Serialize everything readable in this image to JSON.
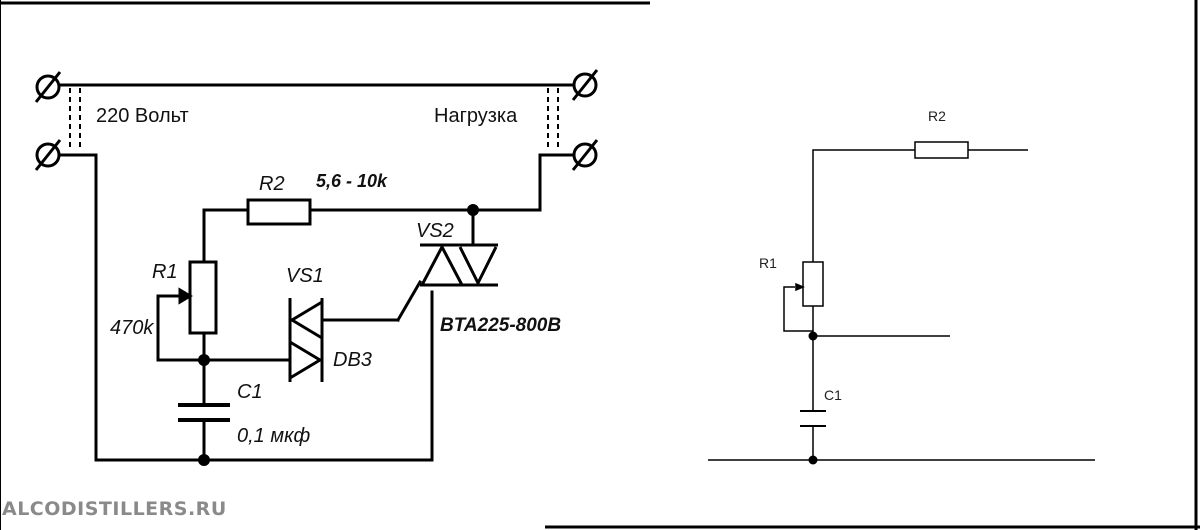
{
  "left_schematic": {
    "supply_label": "220 Вольт",
    "load_label": "Нагрузка",
    "r2": {
      "ref": "R2",
      "value": "5,6 - 10k"
    },
    "r1": {
      "ref": "R1",
      "value": "470k"
    },
    "vs1": {
      "ref": "VS1",
      "part": "DB3"
    },
    "vs2": {
      "ref": "VS2",
      "part": "BTA225-800B"
    },
    "c1": {
      "ref": "C1",
      "value": "0,1 мкф"
    },
    "terminal_symbol": "Ø"
  },
  "right_schematic": {
    "r2": {
      "ref": "R2"
    },
    "r1": {
      "ref": "R1"
    },
    "c1": {
      "ref": "C1"
    }
  },
  "watermark": "ALCODISTILLERS.RU"
}
